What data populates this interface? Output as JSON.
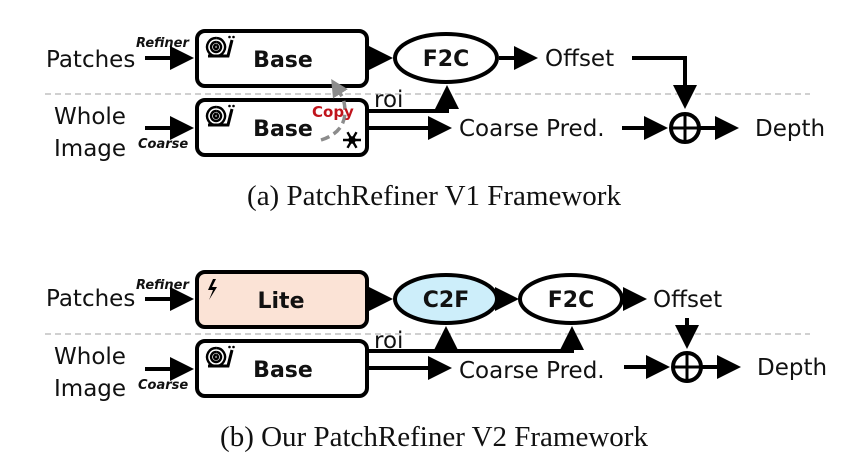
{
  "panel_a": {
    "caption": "(a) PatchRefiner V1 Framework",
    "inputs": {
      "patches": "Patches",
      "whole_line1": "Whole",
      "whole_line2": "Image"
    },
    "tags": {
      "refiner": "Refiner",
      "coarse": "Coarse"
    },
    "blocks": {
      "refiner_block": {
        "label": "Base",
        "icon": "snail-icon",
        "fill": "#ffffff"
      },
      "coarse_block": {
        "label": "Base",
        "icon": "snail-icon",
        "badge_icon": "snowflake-icon",
        "fill": "#ffffff"
      }
    },
    "copy_label": "Copy",
    "modules": [
      {
        "label": "F2C",
        "fill": "#ffffff"
      }
    ],
    "roi_label": "roi",
    "outputs": {
      "offset": "Offset",
      "coarse_pred": "Coarse Pred.",
      "depth": "Depth"
    },
    "merge_icon": "circle-plus-icon"
  },
  "panel_b": {
    "caption": "(b) Our PatchRefiner V2 Framework",
    "inputs": {
      "patches": "Patches",
      "whole_line1": "Whole",
      "whole_line2": "Image"
    },
    "tags": {
      "refiner": "Refiner",
      "coarse": "Coarse"
    },
    "blocks": {
      "refiner_block": {
        "label": "Lite",
        "icon": "lightning-icon",
        "fill": "#fbe3d6"
      },
      "coarse_block": {
        "label": "Base",
        "icon": "snail-icon",
        "fill": "#ffffff"
      }
    },
    "modules": [
      {
        "label": "C2F",
        "fill": "#cdeefa"
      },
      {
        "label": "F2C",
        "fill": "#ffffff"
      }
    ],
    "roi_label": "roi",
    "outputs": {
      "offset": "Offset",
      "coarse_pred": "Coarse Pred.",
      "depth": "Depth"
    },
    "merge_icon": "circle-plus-icon"
  },
  "colors": {
    "copy_text": "#c0141c",
    "copy_arrow": "#8c8c8c",
    "separator": "#b5b5b5",
    "lite_fill": "#fbe3d6",
    "c2f_fill": "#cdeefa"
  }
}
